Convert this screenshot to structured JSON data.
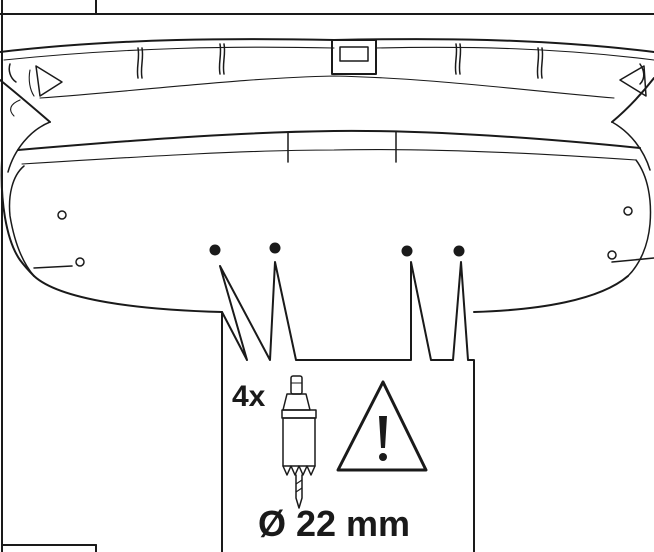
{
  "callout": {
    "quantity_label": "4x",
    "diameter_label": "Ø 22 mm"
  },
  "icons": {
    "tool": "hole-saw-drill-bit",
    "warning": "warning-triangle-exclamation"
  },
  "colors": {
    "line": "#1a1a1a",
    "background": "#ffffff"
  }
}
